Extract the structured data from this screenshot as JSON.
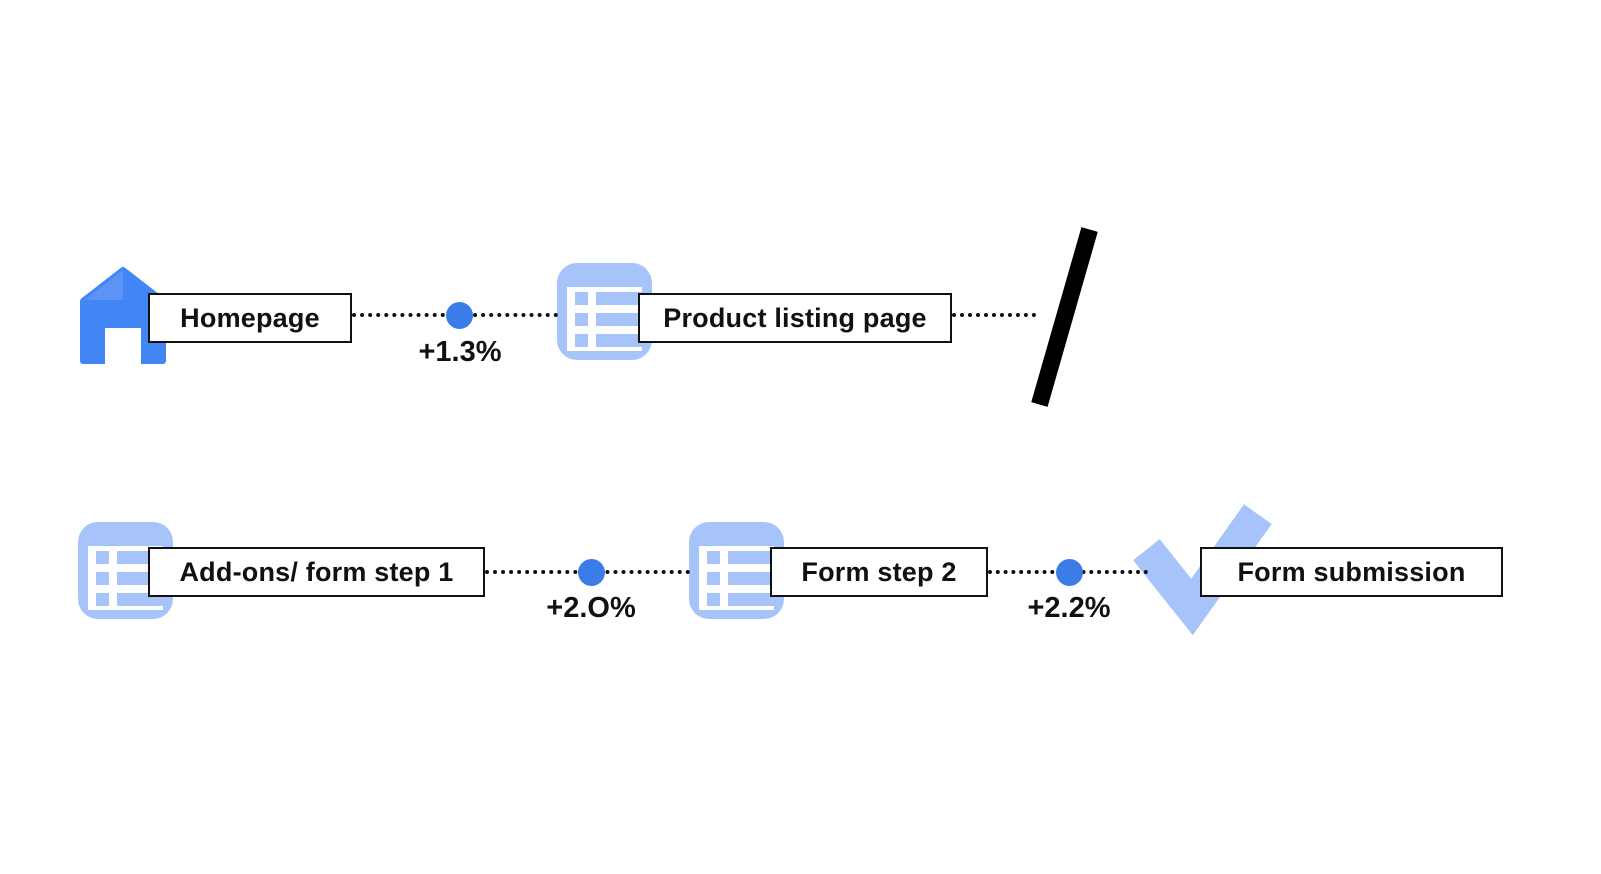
{
  "diagram": {
    "title": "conversion-funnel-flow",
    "row1": {
      "steps": [
        {
          "icon": "home-icon",
          "label": "Homepage"
        },
        {
          "icon": "list-icon",
          "label": "Product listing page"
        }
      ],
      "connectors": [
        {
          "delta": "+1.3%"
        }
      ],
      "terminator": "break-slash"
    },
    "row2": {
      "steps": [
        {
          "icon": "list-icon",
          "label": "Add-ons/ form step 1"
        },
        {
          "icon": "list-icon",
          "label": "Form step 2"
        },
        {
          "icon": "check-icon",
          "label": "Form submission"
        }
      ],
      "connectors": [
        {
          "delta": "+2.O%"
        },
        {
          "delta": "+2.2%"
        }
      ]
    },
    "colors": {
      "primary_blue": "#4285f4",
      "light_blue": "#a7c4fa",
      "dot_blue": "#3b7ce8",
      "line_black": "#111111",
      "background": "#ffffff"
    }
  }
}
